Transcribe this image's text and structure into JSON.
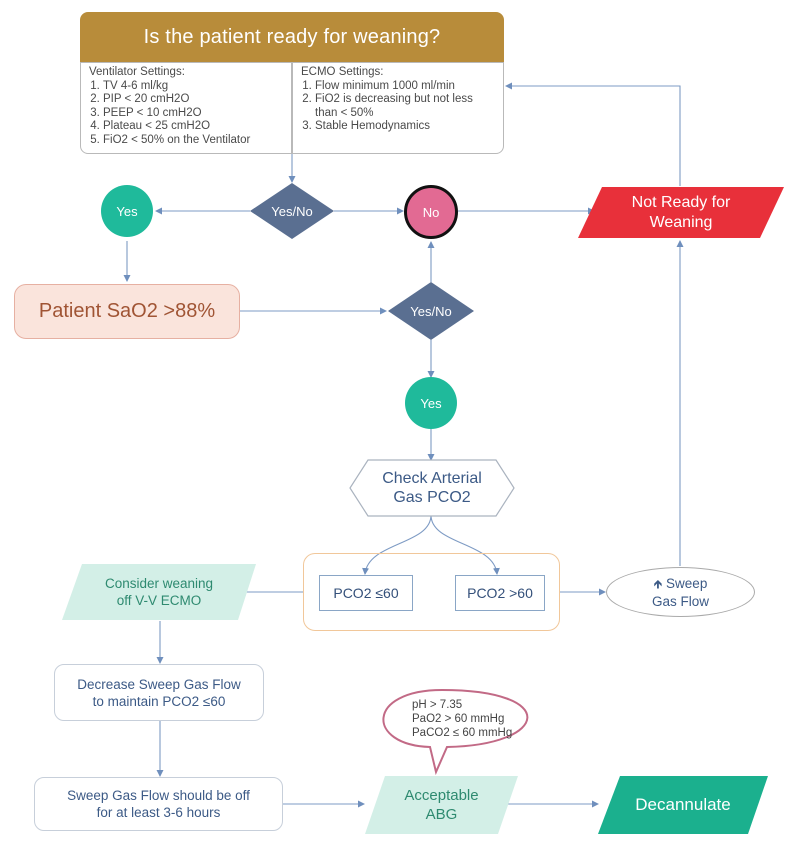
{
  "title": "Is the patient ready for weaning?",
  "ventilator": {
    "title": "Ventilator Settings:",
    "items": [
      "TV 4-6 ml/kg",
      "PIP < 20 cmH2O",
      "PEEP < 10 cmH2O",
      "Plateau < 25 cmH2O",
      "FiO2 < 50% on the Ventilator"
    ]
  },
  "ecmo": {
    "title": "ECMO Settings:",
    "items": [
      "Flow minimum 1000 ml/min",
      "FiO2 is decreasing but not less than < 50%",
      "Stable Hemodynamics"
    ]
  },
  "decision1": "Yes/No",
  "yes1": "Yes",
  "no1": "No",
  "not_ready": {
    "line1": "Not Ready for",
    "line2": "Weaning"
  },
  "sao2": "Patient SaO2 >88%",
  "decision2": "Yes/No",
  "yes2": "Yes",
  "check_abg": {
    "line1": "Check Arterial",
    "line2": "Gas PCO2"
  },
  "pco2_low": "PCO2 ≤60",
  "pco2_high": "PCO2 >60",
  "sweep_up": {
    "arrow": "🡹",
    "line1": "Sweep",
    "line2": "Gas Flow"
  },
  "consider": {
    "line1": "Consider weaning",
    "line2": "off V-V ECMO"
  },
  "decrease": {
    "line1": "Decrease Sweep Gas Flow",
    "line2": "to maintain PCO2 ≤60"
  },
  "sweep_off": {
    "line1": "Sweep Gas Flow should be off",
    "line2": "for at least 3-6 hours"
  },
  "callout": {
    "line1": "pH > 7.35",
    "line2": "PaO2 > 60 mmHg",
    "line3": "PaCO2 ≤ 60 mmHg"
  },
  "acceptable": {
    "line1": "Acceptable",
    "line2": "ABG"
  },
  "decannulate": "Decannulate",
  "colors": {
    "header": "#b88c3a",
    "diamond": "#5a6f91",
    "yes_circle": "#1fba9b",
    "no_circle": "#e26a93",
    "not_ready": "#e8303a",
    "connector": "#7e9bc4",
    "teal_light": "#d3efe7",
    "teal_dark": "#1bb08e"
  }
}
